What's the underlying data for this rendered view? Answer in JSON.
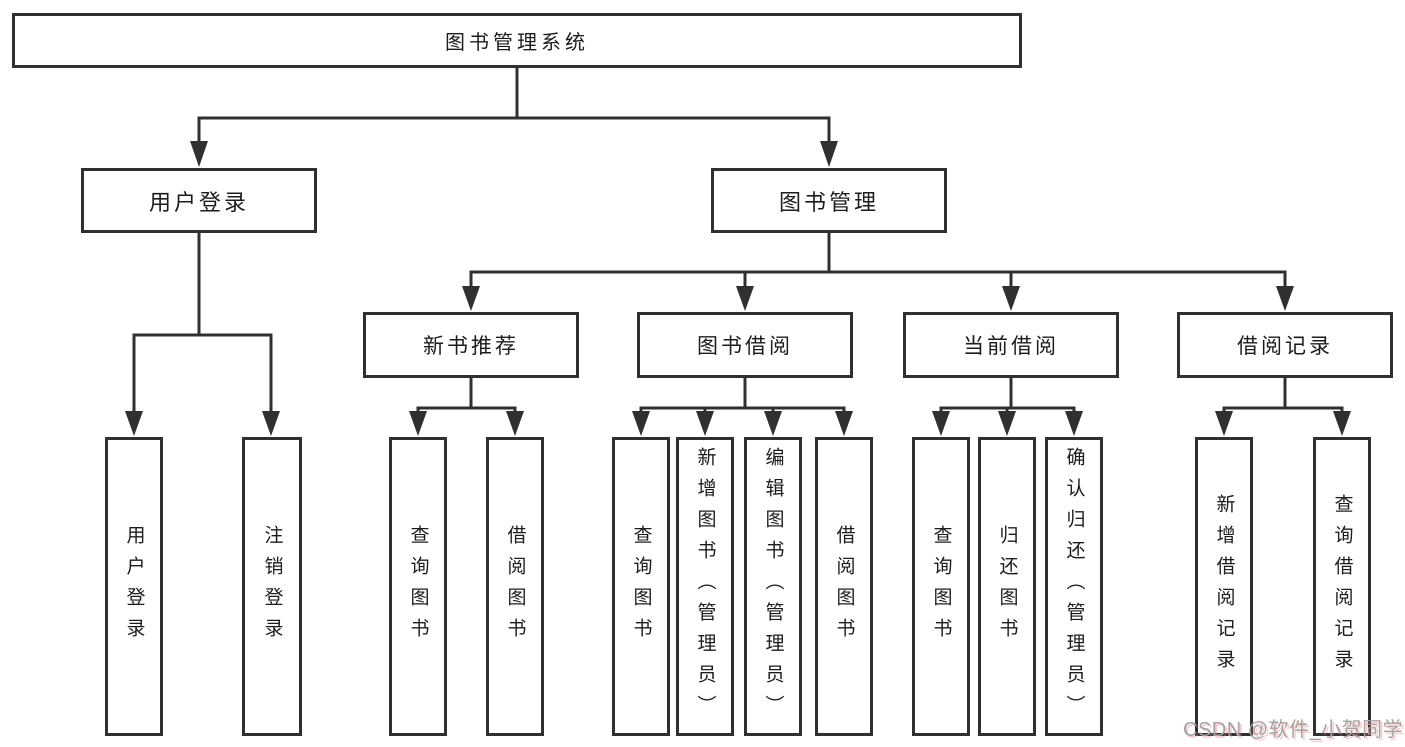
{
  "diagram": {
    "root": {
      "label": "图书管理系统"
    },
    "level2": [
      {
        "label": "用户登录"
      },
      {
        "label": "图书管理"
      }
    ],
    "level3": [
      {
        "label": "新书推荐"
      },
      {
        "label": "图书借阅"
      },
      {
        "label": "当前借阅"
      },
      {
        "label": "借阅记录"
      }
    ],
    "leaves": [
      {
        "label": "用户登录"
      },
      {
        "label": "注销登录"
      },
      {
        "label": "查询图书"
      },
      {
        "label": "借阅图书"
      },
      {
        "label": "查询图书"
      },
      {
        "label": "新增图书（管理员）"
      },
      {
        "label": "编辑图书（管理员）"
      },
      {
        "label": "借阅图书"
      },
      {
        "label": "查询图书"
      },
      {
        "label": "归还图书"
      },
      {
        "label": "确认归还（管理员）"
      },
      {
        "label": "新增借阅记录"
      },
      {
        "label": "查询借阅记录"
      }
    ],
    "colors": {
      "line": "#303030",
      "text": "#1c1c1c",
      "background": "#ffffff",
      "watermark": "#a3a3a3"
    }
  },
  "watermark": {
    "text": "CSDN @软件_小贺同学"
  }
}
